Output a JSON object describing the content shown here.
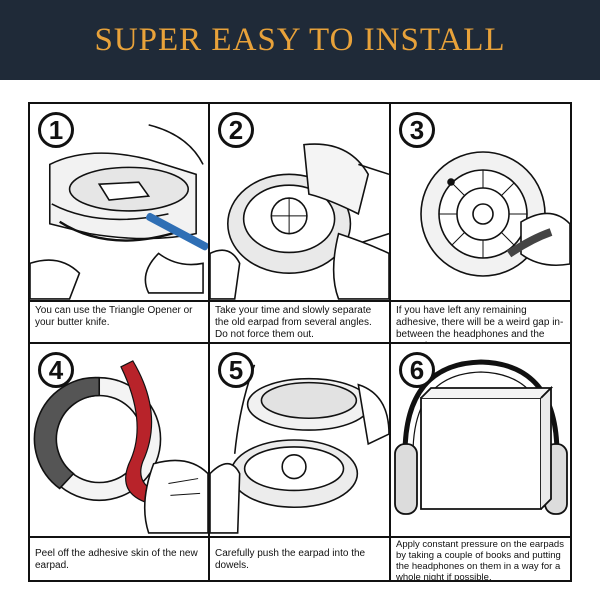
{
  "banner": {
    "title": "SUPER EASY TO INSTALL"
  },
  "steps": [
    {
      "number": "1",
      "caption": "You can use the Triangle Opener or your butter knife."
    },
    {
      "number": "2",
      "caption": "Take your time and slowly separate the old earpad from several angles. Do not force them out."
    },
    {
      "number": "3",
      "caption": "If you have left any remaining adhesive, there will be a weird gap in-between the headphones and the earpad."
    },
    {
      "number": "4",
      "caption": "Peel off the adhesive skin of the new earpad."
    },
    {
      "number": "5",
      "caption": "Carefully push the earpad into the dowels."
    },
    {
      "number": "6",
      "caption": "Apply constant pressure on the earpads by taking a couple of books and putting the headphones on them in a way for a whole night if possible."
    }
  ],
  "colors": {
    "banner_bg": "#1f2a38",
    "title": "#e8a23a",
    "tool": "#2f6fb5",
    "adhesive": "#b8232a"
  }
}
